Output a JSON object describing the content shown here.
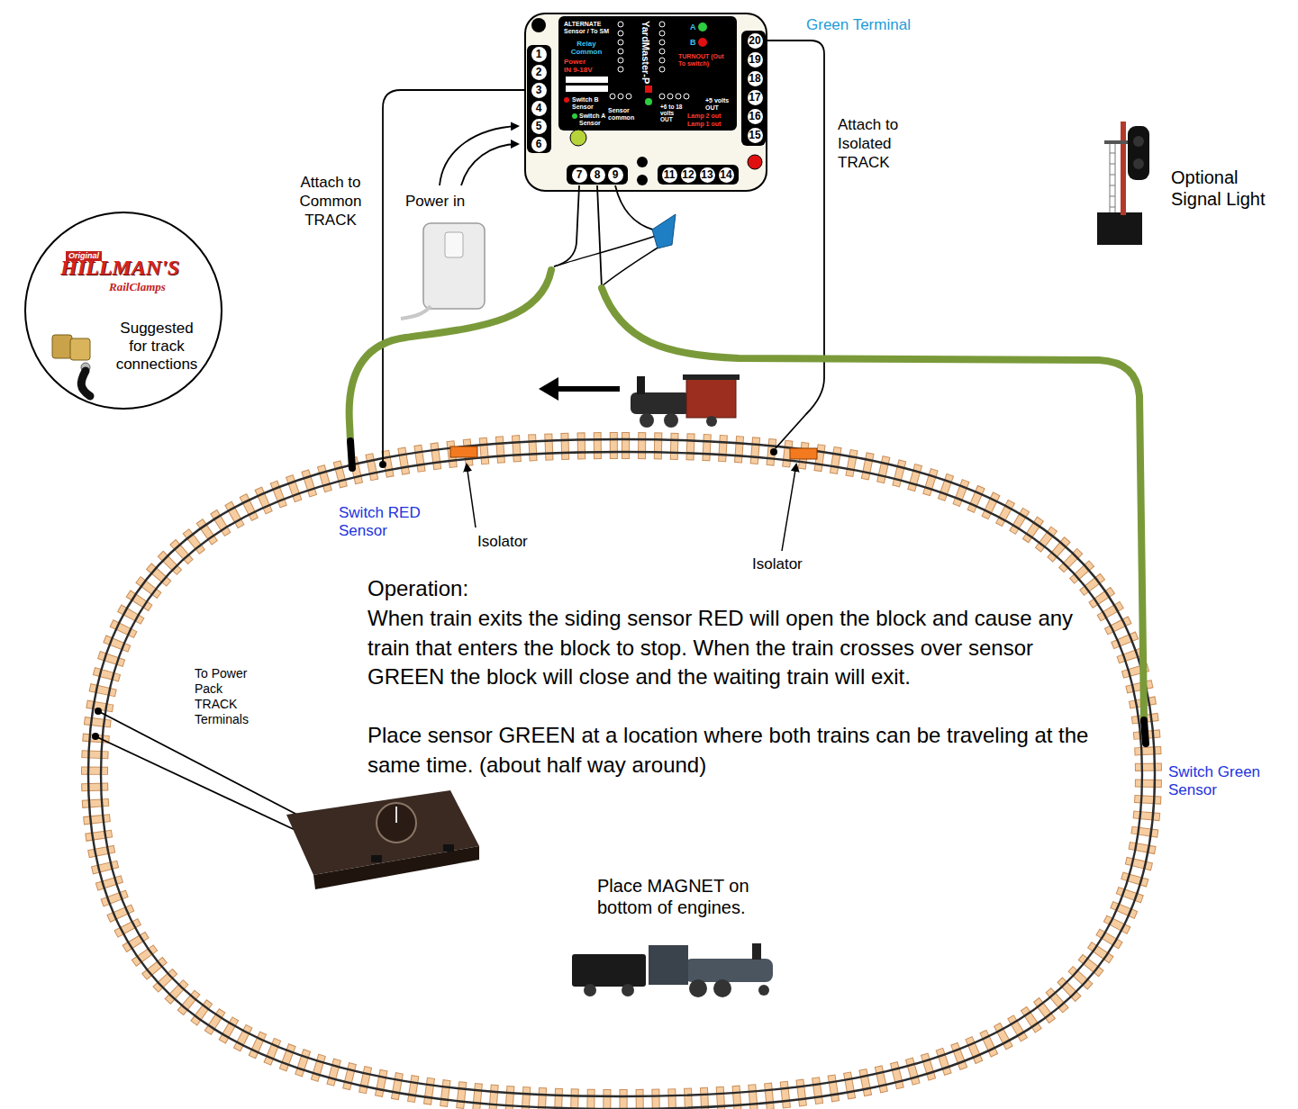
{
  "diagram": {
    "nodes": [
      {
        "text": [
          "1",
          "2",
          "3",
          "4",
          "5",
          "6",
          "ALTERNATE Sensor / To SM",
          "Relay Common",
          "Power IN 9-18V",
          "Switch B Sensor",
          "Switch A Sensor",
          "Sensor common",
          "YardMaster-P",
          "A",
          "B",
          "TURNOUT (Out To switch)",
          "+6 to 18 volts OUT",
          "Lamp 2 out",
          "Lamp 1 out",
          "+5 volts OUT",
          "20",
          "19",
          "18",
          "17",
          "16",
          "15",
          "7",
          "8",
          "9",
          "11",
          "12",
          "13",
          "14"
        ]
      },
      {
        "text": [
          "Original",
          "HILLMAN'S",
          "RailClamps",
          "Suggested for track connections"
        ]
      }
    ],
    "labels": [
      "Green Terminal",
      "Attach to Common TRACK",
      "Power in",
      "Attach to Isolated TRACK",
      "Optional Signal Light",
      "Switch RED Sensor",
      "Isolator",
      "Isolator",
      "Operation:",
      "When train exits the siding sensor RED will open the block and cause any train that enters the block to stop. When the train crosses over sensor GREEN the block will close and the waiting train will exit.",
      "Place sensor GREEN at a location where both trains can be traveling at the same time. (about half way around)",
      "Switch Green Sensor",
      "To Power Pack TRACK Terminals",
      "Place MAGNET on bottom of engines."
    ]
  }
}
